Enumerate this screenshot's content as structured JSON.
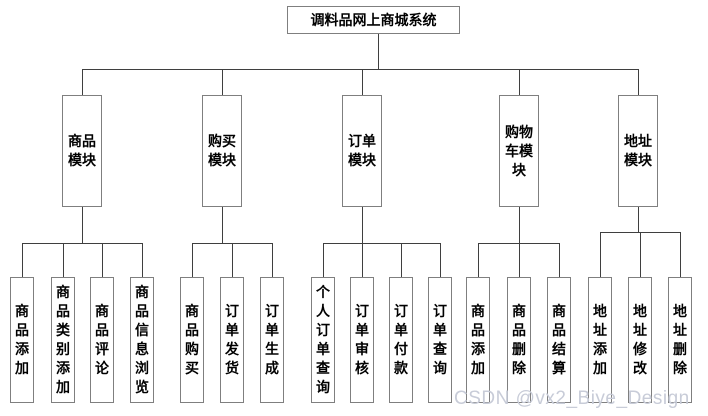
{
  "diagram": {
    "root": "调料品网上商城系统",
    "modules": [
      {
        "label": "商品模块",
        "children": [
          "商品添加",
          "商品类别添加",
          "商品评论",
          "商品信息浏览"
        ]
      },
      {
        "label": "购买模块",
        "children": [
          "商品购买",
          "订单发货",
          "订单生成"
        ]
      },
      {
        "label": "订单模块",
        "children": [
          "个人订单查询",
          "订单审核",
          "订单付款",
          "订单查询"
        ]
      },
      {
        "label": "购物车模块",
        "children": [
          "商品添加",
          "商品删除",
          "商品结算"
        ]
      },
      {
        "label": "地址模块",
        "children": [
          "地址添加",
          "地址修改",
          "地址删除"
        ]
      }
    ]
  },
  "watermark": "CSDN @vx2_Biye_Design",
  "colors": {
    "background": "#ffffff",
    "box_border": "#7f7f7f",
    "connector_line": "#3f3f3f",
    "text": "#000000",
    "watermark_text": "#c8ccd8"
  }
}
